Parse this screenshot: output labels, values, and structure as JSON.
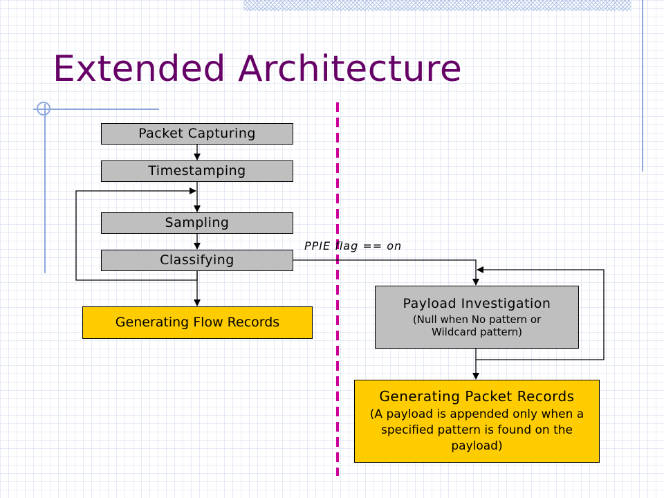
{
  "slide": {
    "title": "Extended Architecture"
  },
  "diagram": {
    "packet_capturing": "Packet Capturing",
    "timestamping": "Timestamping",
    "sampling": "Sampling",
    "classifying": "Classifying",
    "flow_records": "Generating Flow Records",
    "ppie_flag": "PPIE flag == on",
    "payload_investigation": {
      "title": "Payload Investigation",
      "note": "(Null when No pattern or Wildcard pattern)"
    },
    "packet_records": {
      "title": "Generating Packet Records",
      "note": "(A payload is appended only when a specified pattern is found on the payload)"
    }
  },
  "colors": {
    "title": "#660066",
    "step_fill": "#bfbfbf",
    "output_fill": "#ffcc00",
    "divider": "#cc0099",
    "accent_lines": "#8fa8dc"
  }
}
